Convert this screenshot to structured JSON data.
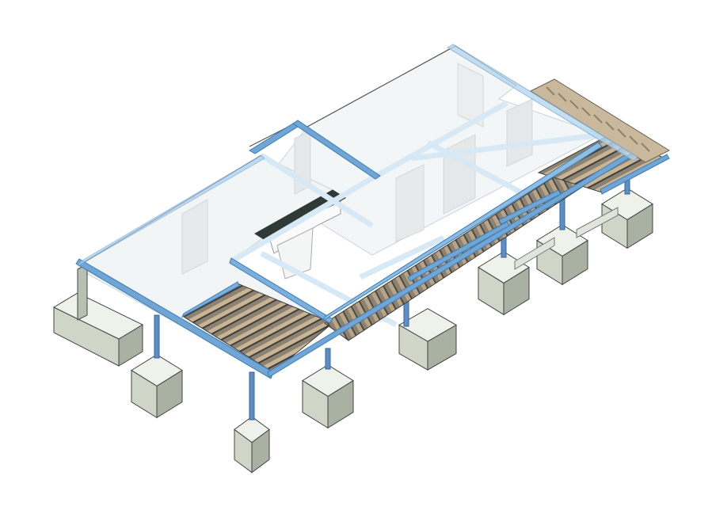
{
  "scene": {
    "description_visible_text": "",
    "colors": {
      "background": "#ffffff",
      "steel_beam": "#6fa6d6",
      "steel_beam_dark": "#3f7bb5",
      "steel_beam_light": "#a9cfee",
      "ghost_glass": "#eef4f6",
      "ghost_edge": "#c9d4d8",
      "ghost_beam": "#d7e9f5",
      "joist_wood": "#b9a486",
      "joist_dark": "#4b4a47",
      "joist_mid": "#8c8271",
      "footing_top": "#eef2ea",
      "footing_left": "#cfd6c8",
      "footing_right": "#a9b1a2",
      "footing_edge": "#444444",
      "column": "#5b8fc5",
      "column_dark": "#35659a",
      "wall_ghost": "#e7eaea",
      "dark_edge": "#555555"
    },
    "components": {
      "roof_slab_ghost": "transparent-slab",
      "stair": "stair-icon",
      "steel_frame": "steel-frame",
      "joist_deck": "joist-deck",
      "footings": "concrete-footings",
      "columns": "steel-columns"
    }
  }
}
